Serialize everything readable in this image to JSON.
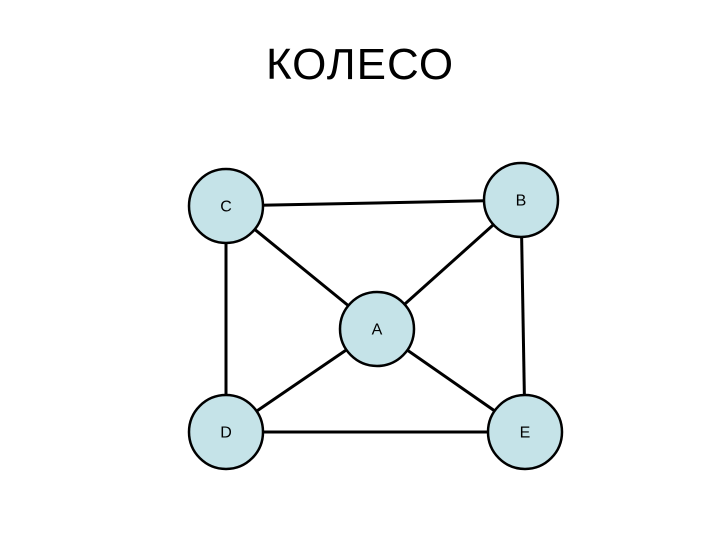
{
  "title": "КОЛЕСО",
  "colors": {
    "node_fill": "#c5e3e8",
    "stroke": "#000000",
    "background": "#ffffff"
  },
  "nodes": [
    {
      "id": "A",
      "label": "A"
    },
    {
      "id": "B",
      "label": "B"
    },
    {
      "id": "C",
      "label": "C"
    },
    {
      "id": "D",
      "label": "D"
    },
    {
      "id": "E",
      "label": "E"
    }
  ],
  "edges": [
    {
      "from": "C",
      "to": "B"
    },
    {
      "from": "C",
      "to": "A"
    },
    {
      "from": "B",
      "to": "A"
    },
    {
      "from": "A",
      "to": "D"
    },
    {
      "from": "A",
      "to": "E"
    },
    {
      "from": "C",
      "to": "D"
    },
    {
      "from": "B",
      "to": "E"
    },
    {
      "from": "D",
      "to": "E"
    }
  ]
}
